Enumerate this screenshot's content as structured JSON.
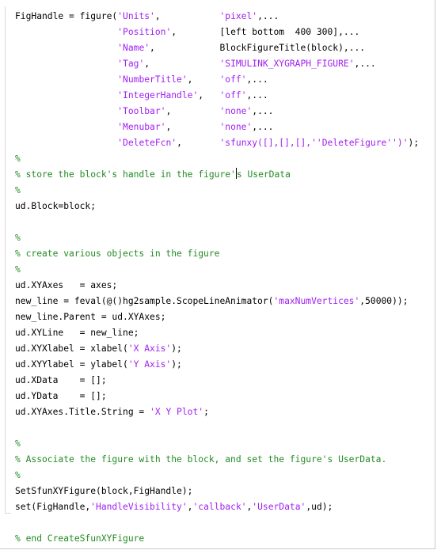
{
  "colors": {
    "keyword_or_code": "#000000",
    "string": "#a020f0",
    "comment": "#228b22",
    "background": "#ffffff"
  },
  "editor": {
    "lines": [
      [
        {
          "t": "FigHandle = figure(",
          "c": "code"
        },
        {
          "t": "'Units'",
          "c": "str"
        },
        {
          "t": ",           ",
          "c": "code"
        },
        {
          "t": "'pixel'",
          "c": "str"
        },
        {
          "t": ",...",
          "c": "code"
        }
      ],
      [
        {
          "t": "                   ",
          "c": "code"
        },
        {
          "t": "'Position'",
          "c": "str"
        },
        {
          "t": ",        [left bottom  400 300],...",
          "c": "code"
        }
      ],
      [
        {
          "t": "                   ",
          "c": "code"
        },
        {
          "t": "'Name'",
          "c": "str"
        },
        {
          "t": ",            BlockFigureTitle(block),...",
          "c": "code"
        }
      ],
      [
        {
          "t": "                   ",
          "c": "code"
        },
        {
          "t": "'Tag'",
          "c": "str"
        },
        {
          "t": ",             ",
          "c": "code"
        },
        {
          "t": "'SIMULINK_XYGRAPH_FIGURE'",
          "c": "str"
        },
        {
          "t": ",...",
          "c": "code"
        }
      ],
      [
        {
          "t": "                   ",
          "c": "code"
        },
        {
          "t": "'NumberTitle'",
          "c": "str"
        },
        {
          "t": ",     ",
          "c": "code"
        },
        {
          "t": "'off'",
          "c": "str"
        },
        {
          "t": ",...",
          "c": "code"
        }
      ],
      [
        {
          "t": "                   ",
          "c": "code"
        },
        {
          "t": "'IntegerHandle'",
          "c": "str"
        },
        {
          "t": ",   ",
          "c": "code"
        },
        {
          "t": "'off'",
          "c": "str"
        },
        {
          "t": ",...",
          "c": "code"
        }
      ],
      [
        {
          "t": "                   ",
          "c": "code"
        },
        {
          "t": "'Toolbar'",
          "c": "str"
        },
        {
          "t": ",         ",
          "c": "code"
        },
        {
          "t": "'none'",
          "c": "str"
        },
        {
          "t": ",...",
          "c": "code"
        }
      ],
      [
        {
          "t": "                   ",
          "c": "code"
        },
        {
          "t": "'Menubar'",
          "c": "str"
        },
        {
          "t": ",         ",
          "c": "code"
        },
        {
          "t": "'none'",
          "c": "str"
        },
        {
          "t": ",...",
          "c": "code"
        }
      ],
      [
        {
          "t": "                   ",
          "c": "code"
        },
        {
          "t": "'DeleteFcn'",
          "c": "str"
        },
        {
          "t": ",       ",
          "c": "code"
        },
        {
          "t": "'sfunxy([],[],[],''DeleteFigure'')'",
          "c": "str"
        },
        {
          "t": ");",
          "c": "code"
        }
      ],
      [
        {
          "t": "%",
          "c": "cmt"
        }
      ],
      [
        {
          "t": "% store the block's handle in the figure'",
          "c": "cmt"
        },
        {
          "t": "",
          "c": "cursor"
        },
        {
          "t": "s UserData",
          "c": "cmt"
        }
      ],
      [
        {
          "t": "%",
          "c": "cmt"
        }
      ],
      [
        {
          "t": "ud.Block=block;",
          "c": "code"
        }
      ],
      [],
      [
        {
          "t": "%",
          "c": "cmt"
        }
      ],
      [
        {
          "t": "% create various objects in the figure",
          "c": "cmt"
        }
      ],
      [
        {
          "t": "%",
          "c": "cmt"
        }
      ],
      [
        {
          "t": "ud.XYAxes   = axes;",
          "c": "code"
        }
      ],
      [
        {
          "t": "new_line = feval(@()hg2sample.ScopeLineAnimator(",
          "c": "code"
        },
        {
          "t": "'maxNumVertices'",
          "c": "str"
        },
        {
          "t": ",50000));",
          "c": "code"
        }
      ],
      [
        {
          "t": "new_line.Parent = ud.XYAxes;",
          "c": "code"
        }
      ],
      [
        {
          "t": "ud.XYLine   = new_line;",
          "c": "code"
        }
      ],
      [
        {
          "t": "ud.XYXlabel = xlabel(",
          "c": "code"
        },
        {
          "t": "'X Axis'",
          "c": "str"
        },
        {
          "t": ");",
          "c": "code"
        }
      ],
      [
        {
          "t": "ud.XYYlabel = ylabel(",
          "c": "code"
        },
        {
          "t": "'Y Axis'",
          "c": "str"
        },
        {
          "t": ");",
          "c": "code"
        }
      ],
      [
        {
          "t": "ud.XData    = [];",
          "c": "code"
        }
      ],
      [
        {
          "t": "ud.YData    = [];",
          "c": "code"
        }
      ],
      [
        {
          "t": "ud.XYAxes.Title.String = ",
          "c": "code"
        },
        {
          "t": "'X Y Plot'",
          "c": "str"
        },
        {
          "t": ";",
          "c": "code"
        }
      ],
      [],
      [
        {
          "t": "%",
          "c": "cmt"
        }
      ],
      [
        {
          "t": "% Associate the figure with the block, and set the figure's UserData.",
          "c": "cmt"
        }
      ],
      [
        {
          "t": "%",
          "c": "cmt"
        }
      ],
      [
        {
          "t": "SetSfunXYFigure(block,FigHandle);",
          "c": "code"
        }
      ],
      [
        {
          "t": "set(FigHandle,",
          "c": "code"
        },
        {
          "t": "'HandleVisibility'",
          "c": "str"
        },
        {
          "t": ",",
          "c": "code"
        },
        {
          "t": "'callback'",
          "c": "str"
        },
        {
          "t": ",",
          "c": "code"
        },
        {
          "t": "'UserData'",
          "c": "str"
        },
        {
          "t": ",ud);",
          "c": "code"
        }
      ],
      [],
      [
        {
          "t": "% end CreateSfunXYFigure",
          "c": "cmt"
        }
      ]
    ]
  }
}
